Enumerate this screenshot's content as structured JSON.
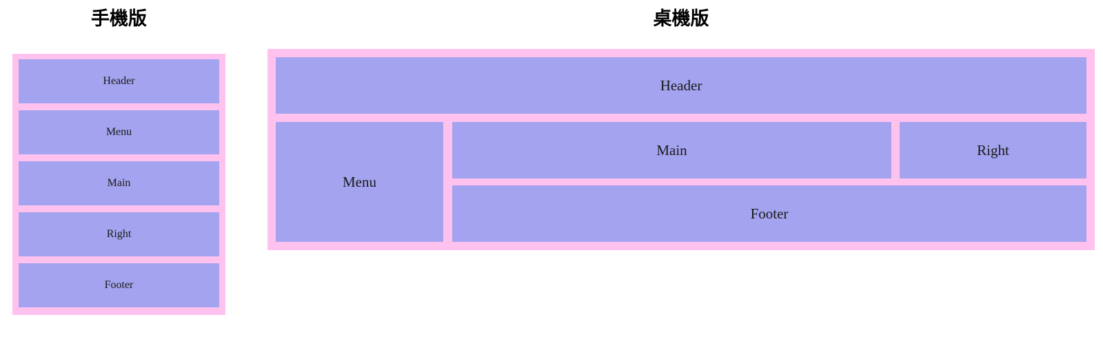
{
  "page": {
    "background_color": "#ffffff",
    "block_color": "#a3a3ef",
    "frame_color": "#ffc2ee",
    "text_color": "#1a1a1a"
  },
  "mobile": {
    "title": "手機版",
    "blocks": [
      {
        "label": "Header"
      },
      {
        "label": "Menu"
      },
      {
        "label": "Main"
      },
      {
        "label": "Right"
      },
      {
        "label": "Footer"
      }
    ]
  },
  "desktop": {
    "title": "桌機版",
    "blocks": [
      {
        "label": "Header"
      },
      {
        "label": "Menu"
      },
      {
        "label": "Main"
      },
      {
        "label": "Right"
      },
      {
        "label": "Footer"
      }
    ]
  }
}
